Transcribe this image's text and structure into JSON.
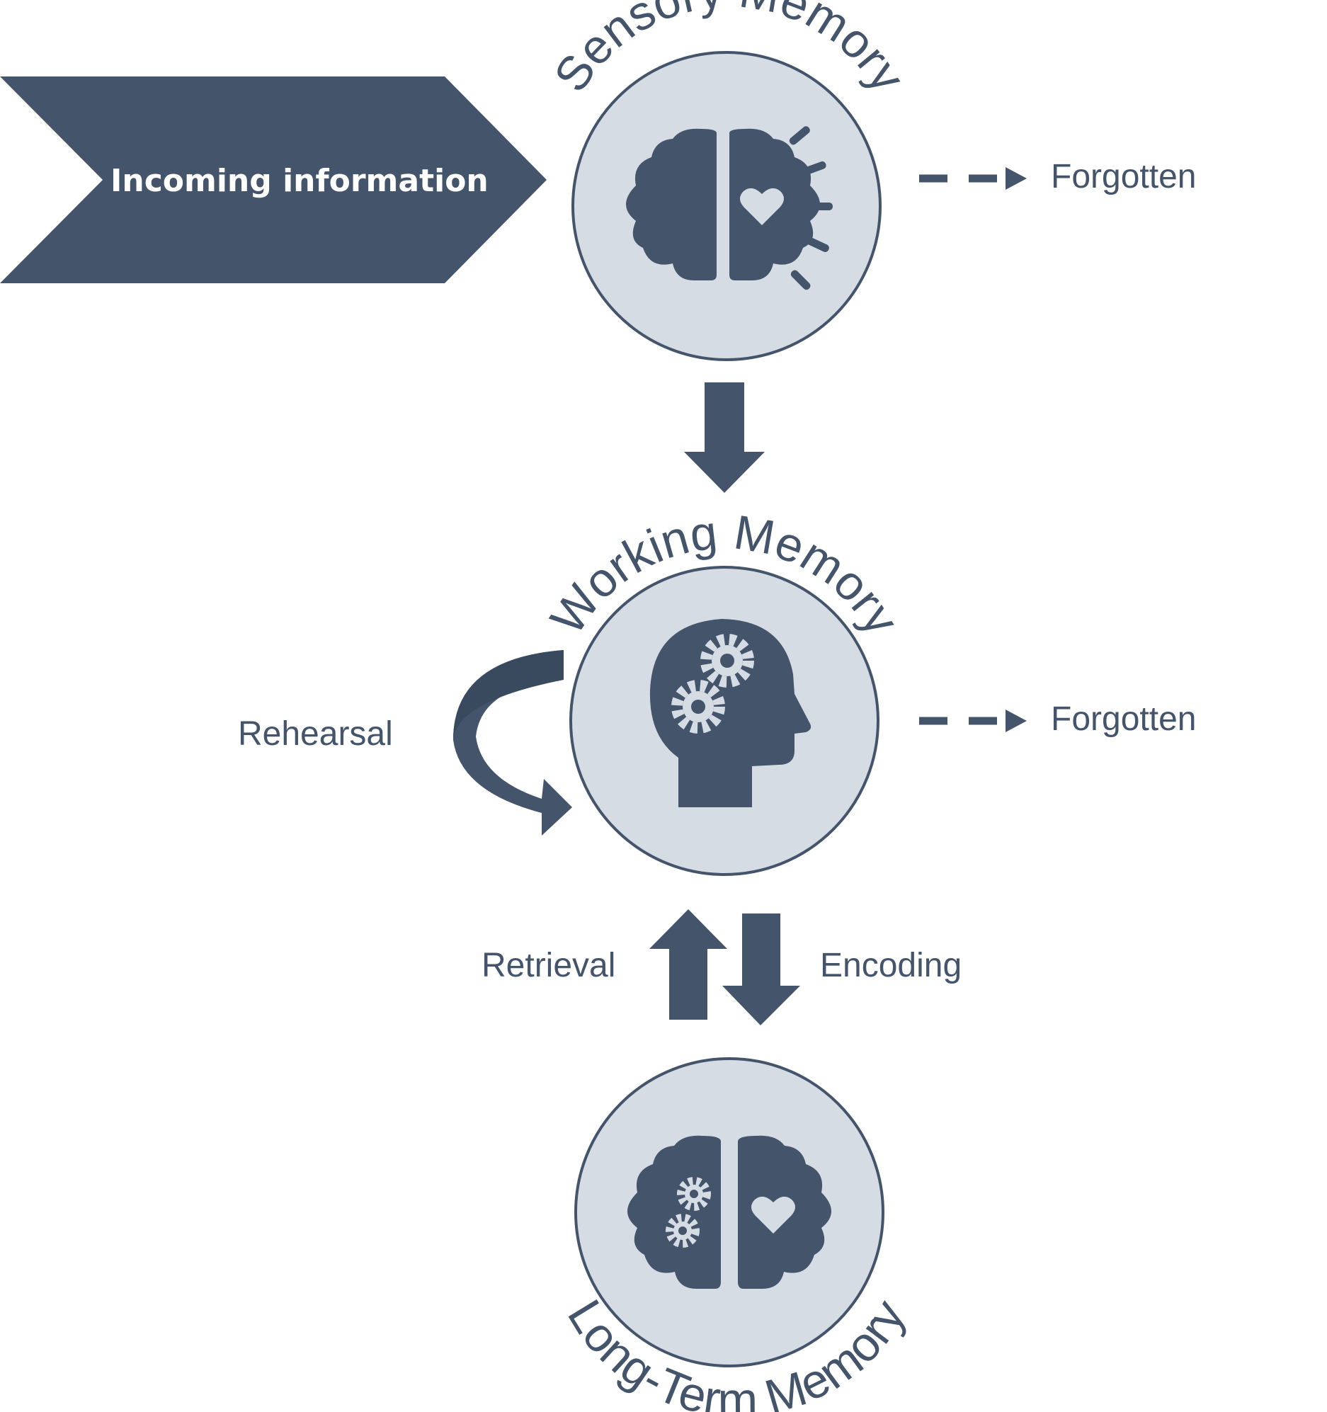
{
  "diagram": {
    "input_label": "Incoming information",
    "stages": {
      "sensory": "Sensory Memory",
      "working": "Working Memory",
      "long_term": "Long-Term Memory"
    },
    "forgotten_top": "Forgotten",
    "forgotten_mid": "Forgotten",
    "rehearsal": "Rehearsal",
    "retrieval": "Retrieval",
    "encoding": "Encoding",
    "colors": {
      "primary": "#44546a",
      "circle_fill": "#d6dce4",
      "background": "#ffffff"
    },
    "icons": [
      "brain-heart-icon",
      "head-gears-icon",
      "brain-gears-heart-icon"
    ]
  }
}
